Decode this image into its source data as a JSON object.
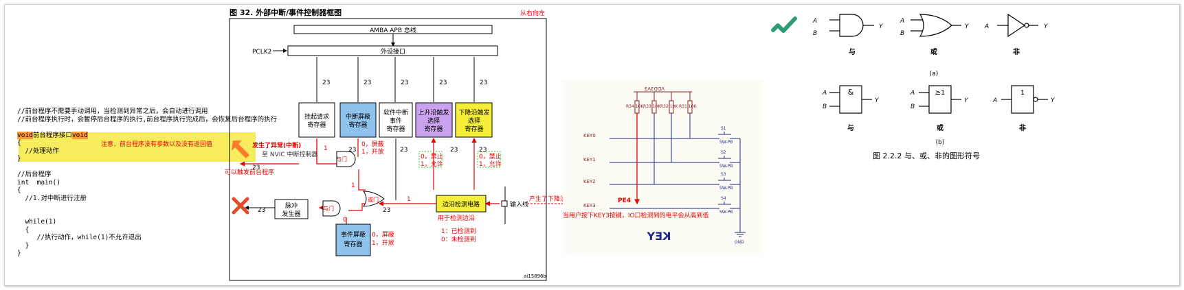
{
  "code": {
    "lines": [
      "//前台程序不需要手动调用，当检测到异常之后，会自动进行调用",
      "//前台程序执行时，会暂停后台程序的执行,前台程序执行完成后，会恢复后台程序的执行",
      "",
      "",
      "  //处理动作",
      "}",
      "",
      "//后台程序",
      "int  main()",
      "{",
      "  //1.对中断进行注册",
      "",
      "",
      "  while(1)",
      "  {",
      "     //执行动作，while(1)不允许退出",
      "  }",
      "}"
    ],
    "void_kw": "void",
    "func_name": "前台程序接口",
    "void_param": "void",
    "open_brace": "{",
    "note": "注意，前台程序没有参数以及没有返回值"
  },
  "diagram": {
    "fig_title": "图 32.          外部中断/事件控制器框图",
    "from_right": "从右向左",
    "amba": "AMBA APB 总线",
    "pclk": "PCLK2",
    "periph": "外设接口",
    "bus_width": "23",
    "pending_reg": [
      "挂起请求",
      "寄存器"
    ],
    "int_mask_reg": [
      "中断屏蔽",
      "寄存器"
    ],
    "swi_reg": [
      "软件中断",
      "事件",
      "寄存器"
    ],
    "rising_reg": [
      "上升沿触发",
      "选择",
      "寄存器"
    ],
    "falling_reg": [
      "下降沿触发",
      "选择",
      "寄存器"
    ],
    "nvic": "至 NVIC 中断控制器",
    "and_gate": "与门",
    "or_gate": "或门",
    "pulse_gen": [
      "脉冲",
      "发生器"
    ],
    "evt_mask_reg": [
      "事件屏蔽",
      "寄存器"
    ],
    "edge_detect": "边沿检测电路",
    "input_line": "输入线",
    "part_code": "ai15896b",
    "ann_exception": "发生了异常(中断)",
    "ann_trigger": "可以触发前台程序",
    "ann_mask": [
      "0，屏蔽",
      "1，开放"
    ],
    "ann_edge_sel": [
      "0，禁止",
      "1，允许"
    ],
    "ann_edge_use": "用于检测边沿",
    "ann_edge_state": [
      "1：已检测到",
      "0：未检测到"
    ],
    "ann_evt_mask": [
      "0，屏蔽",
      "1，开放"
    ],
    "ann_one": "1",
    "ann_zero": "0",
    "ann_falling": "产生了下降沿",
    "ann_pe4": "PE4",
    "ann_key3": "当用户按下KEY3按键，IO口检测到的电平会从高到低"
  },
  "schematic": {
    "vdd": "VDD3V3",
    "resistors": [
      "R34\n10K",
      "R33\n10K",
      "R32\n10K",
      "R31\n10K"
    ],
    "nets": [
      "KEY0",
      "KEY1",
      "KEY2",
      "KEY3"
    ],
    "switches": [
      "S1",
      "S2",
      "S3",
      "S4"
    ],
    "sw_type": "SW-PB",
    "gnd": "GND",
    "title": "KEY"
  },
  "gates": {
    "row_a": [
      "与",
      "或",
      "非"
    ],
    "label_a": "(a)",
    "row_b": [
      "与",
      "或",
      "非"
    ],
    "label_b": "(b)",
    "and_sym": "&",
    "or_sym": "≥1",
    "not_sym": "1",
    "in_a": "A",
    "in_b": "B",
    "out_y": "Y",
    "caption": "图 2.2.2   与、或、非的图形符号"
  },
  "colors": {
    "red": "#e60000",
    "blue_reg": "#8fc3ee",
    "purple_reg": "#c9a3ee",
    "yellow_reg": "#f5ef3a",
    "check": "#2f9a7a"
  }
}
